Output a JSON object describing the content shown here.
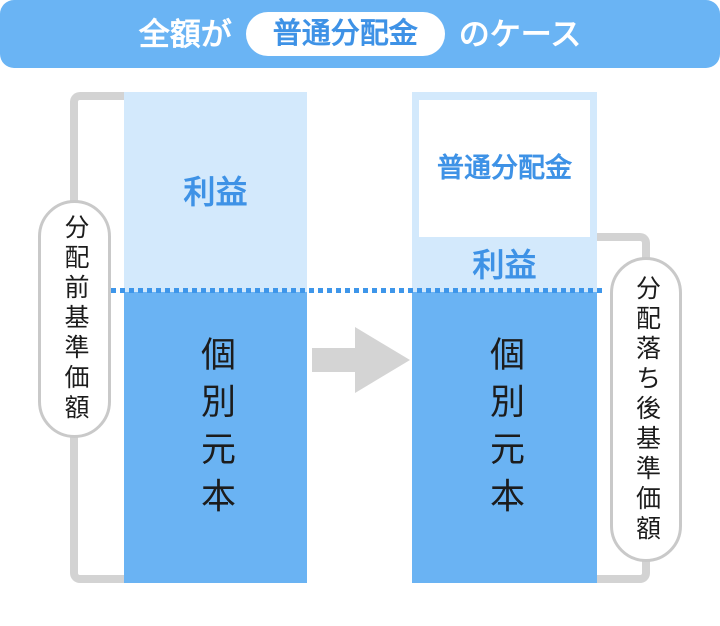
{
  "header": {
    "prefix": "全額が",
    "highlight": "普通分配金",
    "suffix": "のケース"
  },
  "left_bar": {
    "profit": "利益",
    "principal": "個別元本",
    "caption": "分配前基準価額"
  },
  "right_bar": {
    "distribution": "普通分配金",
    "profit": "利益",
    "principal": "個別元本",
    "caption": "分配落ち後基準価額"
  },
  "icons": {
    "arrow": "right-arrow-icon"
  },
  "colors": {
    "banner_blue": "#6ab4f4",
    "bar_blue": "#6ab3f3",
    "light_blue": "#d3e9fc",
    "accent_blue": "#3e92e6",
    "dot_blue": "#3e96ea",
    "bracket_gray": "#d3d3d3",
    "pill_border_gray": "#c9c9c9",
    "arrow_gray": "#d4d4d4",
    "text_black": "#1c1c1c"
  }
}
